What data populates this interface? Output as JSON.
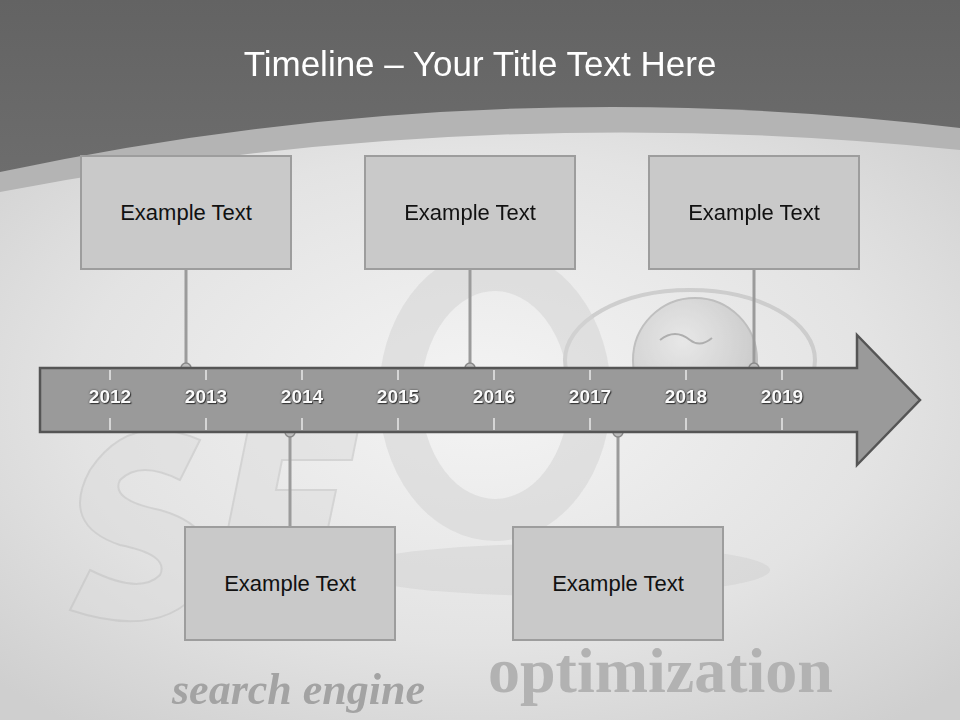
{
  "diagram": {
    "title": "Timeline – Your Title Text Here",
    "nodes": [
      {
        "text": [
          "Example Text"
        ]
      },
      {
        "text": [
          "Example Text"
        ]
      },
      {
        "text": [
          "Example Text"
        ]
      },
      {
        "text": [
          "2012",
          "2013",
          "2014",
          "2015",
          "2016",
          "2017",
          "2018",
          "2019"
        ]
      },
      {
        "text": [
          "Example Text"
        ]
      },
      {
        "text": [
          "Example Text"
        ]
      }
    ],
    "edges": [
      {
        "from": 0,
        "to": 3,
        "arrow": "none"
      },
      {
        "from": 1,
        "to": 3,
        "arrow": "none"
      },
      {
        "from": 2,
        "to": 3,
        "arrow": "none"
      },
      {
        "from": 4,
        "to": 3,
        "arrow": "none"
      },
      {
        "from": 5,
        "to": 3,
        "arrow": "none"
      }
    ],
    "labels": [
      "search engine",
      "optimization"
    ]
  }
}
